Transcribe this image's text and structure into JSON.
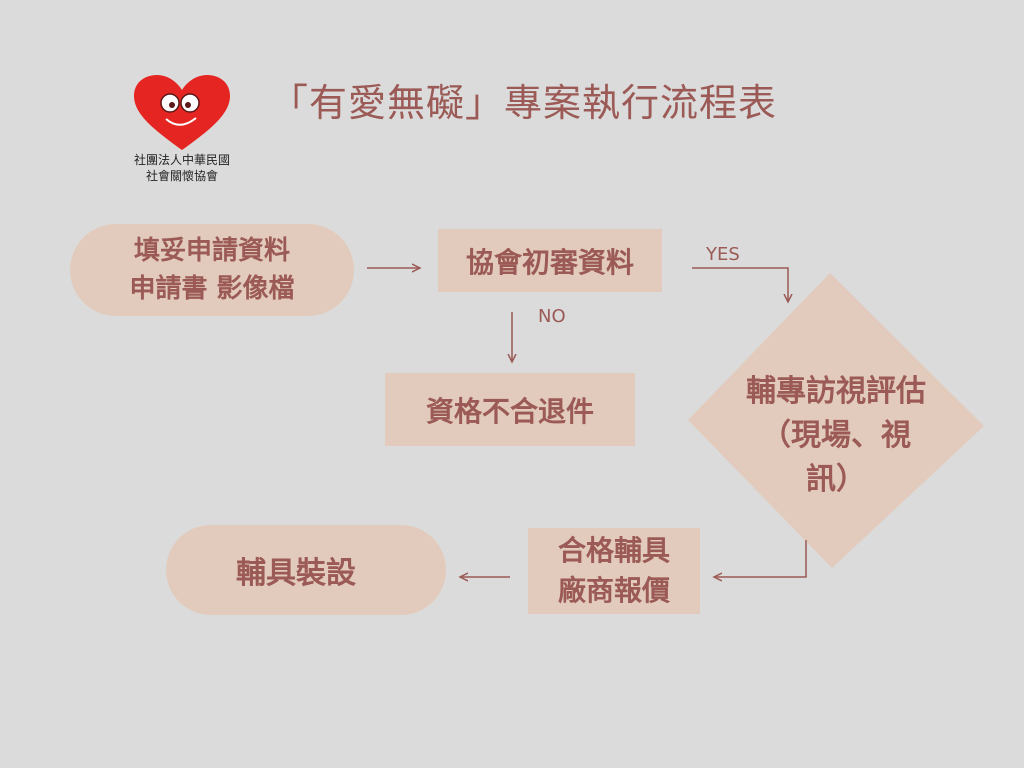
{
  "logo": {
    "org_line1": "社團法人中華民國",
    "org_line2": "社會關懷協會",
    "colors": {
      "heart": "#e52521",
      "face": "#ffffff"
    }
  },
  "title": "「有愛無礙」專案執行流程表",
  "colors": {
    "background": "#dbdbdb",
    "node_fill": "#e2cbbc",
    "accent": "#9b5a55"
  },
  "nodes": {
    "fill_form": {
      "line1": "填妥申請資料",
      "line2": "申請書 影像檔"
    },
    "initial_review": {
      "text": "協會初審資料"
    },
    "reject": {
      "text": "資格不合退件"
    },
    "visit": {
      "line1": "輔專訪視評估",
      "line2": "（現場、視",
      "line3": "訊）"
    },
    "quote": {
      "line1": "合格輔具",
      "line2": "廠商報價"
    },
    "install": {
      "text": "輔具裝設"
    }
  },
  "edge_labels": {
    "yes": "YES",
    "no": "NO"
  }
}
